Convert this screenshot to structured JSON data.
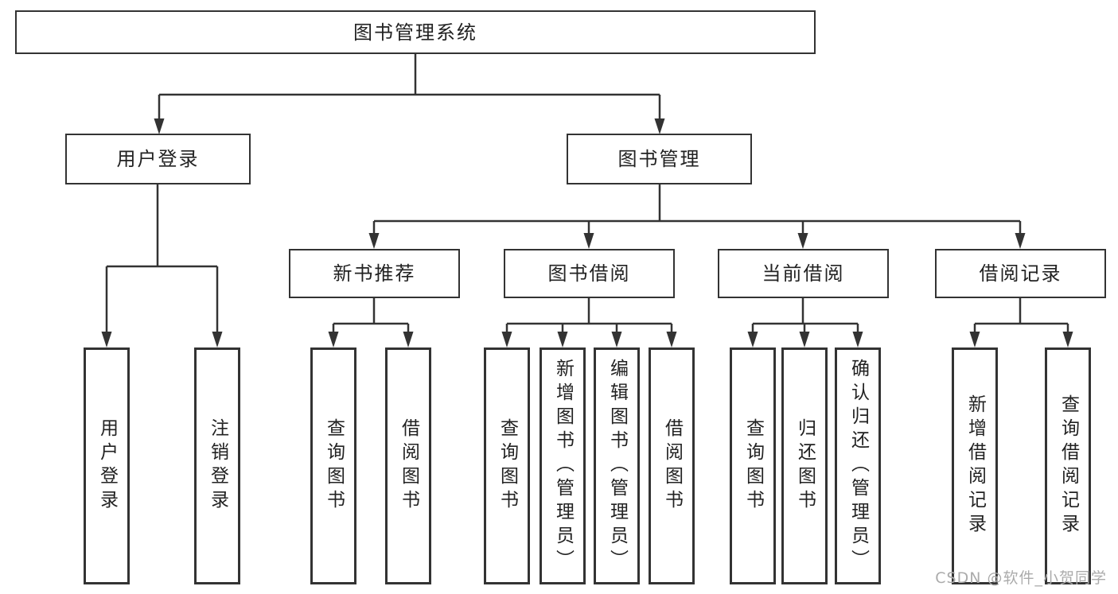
{
  "nodes": {
    "root": {
      "label": "图书管理系统"
    },
    "user_login": {
      "label": "用户登录"
    },
    "book_mgmt": {
      "label": "图书管理"
    },
    "new_book_rec": {
      "label": "新书推荐"
    },
    "book_borrow": {
      "label": "图书借阅"
    },
    "current_borrow": {
      "label": "当前借阅"
    },
    "borrow_record": {
      "label": "借阅记录"
    },
    "leaf_user_login": {
      "label": "用户登录"
    },
    "leaf_logout": {
      "label": "注销登录"
    },
    "leaf_query_book_1": {
      "label": "查询图书"
    },
    "leaf_borrow_book_1": {
      "label": "借阅图书"
    },
    "leaf_query_book_2": {
      "label": "查询图书"
    },
    "leaf_add_book": {
      "label": "新增图书（管理员）"
    },
    "leaf_edit_book": {
      "label": "编辑图书（管理员）"
    },
    "leaf_borrow_book_2": {
      "label": "借阅图书"
    },
    "leaf_query_book_3": {
      "label": "查询图书"
    },
    "leaf_return_book": {
      "label": "归还图书"
    },
    "leaf_confirm_return": {
      "label": "确认归还（管理员）"
    },
    "leaf_add_record": {
      "label": "新增借阅记录"
    },
    "leaf_query_record": {
      "label": "查询借阅记录"
    }
  },
  "watermark": {
    "text": "CSDN @软件_小贺同学"
  },
  "colors": {
    "line": "#333333",
    "text": "#222222",
    "watermark": "#ababab",
    "background": "#ffffff"
  }
}
